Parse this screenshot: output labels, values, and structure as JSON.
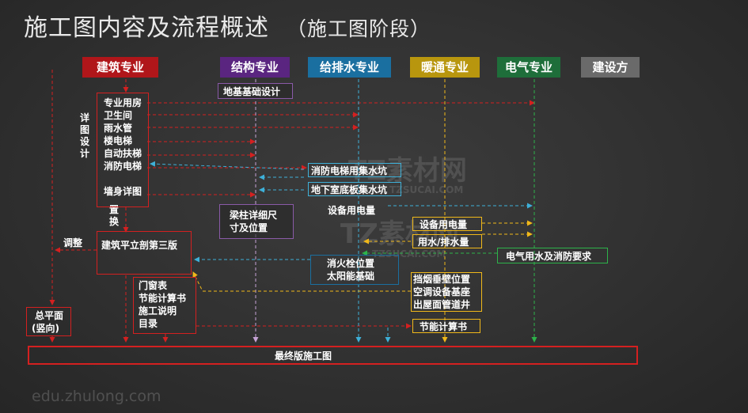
{
  "title": "施工图内容及流程概述",
  "subtitle": "（施工图阶段）",
  "headers": {
    "arch": "建筑专业",
    "struct": "结构专业",
    "plumb": "给排水专业",
    "hvac": "暖通专业",
    "elec": "电气专业",
    "client": "建设方"
  },
  "arch_items": [
    "专业用房",
    "卫生间",
    "雨水管",
    "楼电梯",
    "自动扶梯",
    "消防电梯",
    "墙身详图"
  ],
  "side_labels": {
    "detail": "详图设计",
    "replace": "置换",
    "adjust": "调整"
  },
  "boxes": {
    "foundation": "地基基础设计",
    "sump": "消防电梯用集水坑",
    "basement_sump": "地下室底板集水坑",
    "power_plumb": "设备用电量",
    "beam_col": [
      "梁柱详细尺",
      "寸及位置"
    ],
    "power_hvac": "设备用电量",
    "water_drain": "用水/排水量",
    "elec_req": "电气用水及消防要求",
    "arch_v3": "建筑平立剖第三版",
    "hydrant": [
      "消火栓位置",
      "太阳能基础"
    ],
    "hvac_items": [
      "挡烟垂壁位置",
      "空调设备基座",
      "出屋面管道井"
    ],
    "doc_list": [
      "门窗表",
      "节能计算书",
      "施工说明",
      "目录"
    ],
    "energy_calc": "节能计算书",
    "site_plan": [
      "总平面",
      "(竖向)"
    ],
    "final": "最终版施工图"
  },
  "watermarks": {
    "logo1": "TZ素材网",
    "url1": "TZSUCAI.COM",
    "logo2": "TZ素材网",
    "url2": "TZSUCAI.COM",
    "footer": "edu.zhulong.com"
  },
  "colors": {
    "arch": "#b0161a",
    "struct": "#5a2580",
    "plumb": "#1a6fa0",
    "hvac": "#b8960e",
    "elec": "#1e6e3a",
    "client": "#6a6a6a",
    "arch_line": "#d42020",
    "struct_line": "#c6a3d6",
    "plumb_line": "#3eb0d8",
    "hvac_line": "#f0b81a",
    "elec_line": "#2db34a"
  }
}
